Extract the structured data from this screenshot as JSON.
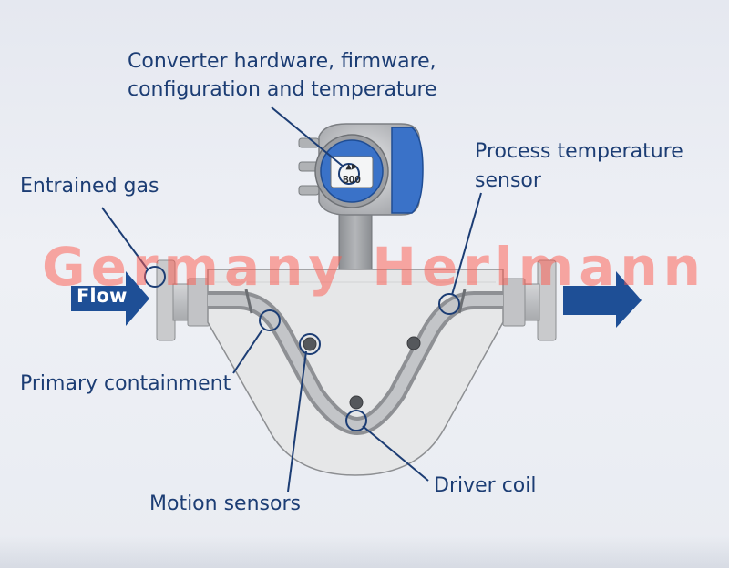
{
  "labels": {
    "converter_line1": "Converter hardware, firmware,",
    "converter_line2": "configuration and temperature",
    "process_line1": "Process temperature",
    "process_line2": "sensor",
    "entrained_gas": "Entrained gas",
    "primary_containment": "Primary containment",
    "motion_sensors": "Motion sensors",
    "driver_coil": "Driver coil"
  },
  "flow": {
    "label": "Flow"
  },
  "display": {
    "top_line": "▲▶",
    "bottom_line": "BOO"
  },
  "watermark": "Germany Herlmann",
  "colors": {
    "label_text": "#1c3d74",
    "callout": "#1c3d74",
    "flow_arrow": "#1e4f96",
    "housing_blue": "#3a72c8",
    "meter_body": "#e6e7e8",
    "watermark": "#ff5a4e"
  }
}
